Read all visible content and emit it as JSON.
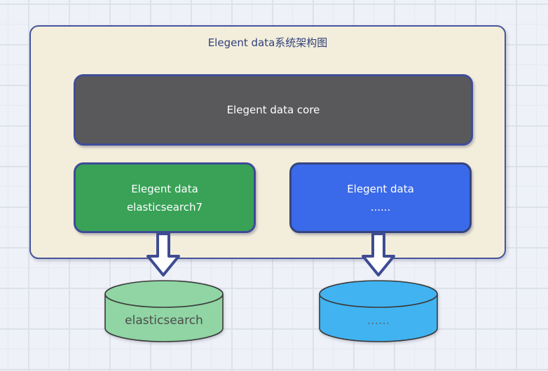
{
  "diagram": {
    "title": "Elegent data系统架构图",
    "boxes": {
      "core": {
        "label": "Elegent data core",
        "fill": "#59595b"
      },
      "es7": {
        "line1": "Elegent data",
        "line2": "elasticsearch7",
        "fill": "#39a257"
      },
      "more": {
        "line1": "Elegent data",
        "line2": "......",
        "fill": "#3a6ae9"
      }
    },
    "cylinders": {
      "es": {
        "label": "elasticsearch",
        "fill": "#90d5a3"
      },
      "more": {
        "label": "......",
        "fill": "#41b3f1"
      }
    },
    "colors": {
      "canvas_bg": "#eef1f7",
      "grid_line": "#dde1ea",
      "container_fill": "#f3eedb",
      "border_navy": "#3e4c92",
      "title_text": "#30407b",
      "box_text": "#ffffff",
      "cylinder_stroke": "#3a3a3a",
      "cylinder_text": "#4c4c4c",
      "arrow_fill": "#ffffff"
    }
  }
}
